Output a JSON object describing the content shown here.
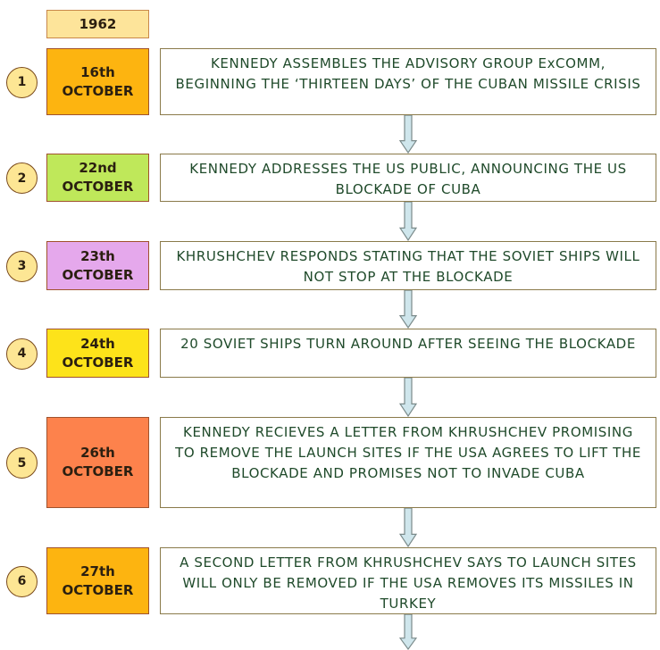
{
  "year": "1962",
  "events": [
    {
      "num": "1",
      "day": "16th",
      "month": "OCTOBER",
      "color": "#fdb410",
      "text": "KENNEDY ASSEMBLES THE ADVISORY GROUP ExCOMM, BEGINNING THE ‘THIRTEEN DAYS’ OF THE CUBAN MISSILE CRISIS"
    },
    {
      "num": "2",
      "day": "22nd",
      "month": "OCTOBER",
      "color": "#bfe85a",
      "text": "KENNEDY ADDRESSES THE US PUBLIC, ANNOUNCING THE US BLOCKADE OF CUBA"
    },
    {
      "num": "3",
      "day": "23th",
      "month": "OCTOBER",
      "color": "#e5a8ec",
      "text": "KHRUSHCHEV RESPONDS STATING THAT THE SOVIET SHIPS WILL NOT STOP AT THE BLOCKADE"
    },
    {
      "num": "4",
      "day": "24th",
      "month": "OCTOBER",
      "color": "#fde31a",
      "text": "20 SOVIET SHIPS TURN AROUND AFTER SEEING THE BLOCKADE"
    },
    {
      "num": "5",
      "day": "26th",
      "month": "OCTOBER",
      "color": "#fd824c",
      "text": "KENNEDY RECIEVES A LETTER FROM KHRUSHCHEV PROMISING TO REMOVE THE LAUNCH SITES IF THE USA AGREES TO LIFT THE BLOCKADE AND PROMISES NOT TO INVADE CUBA"
    },
    {
      "num": "6",
      "day": "27th",
      "month": "OCTOBER",
      "color": "#fdb410",
      "text": "A SECOND LETTER FROM KHRUSHCHEV SAYS TO LAUNCH SITES WILL ONLY BE REMOVED IF THE USA REMOVES ITS MISSILES IN TURKEY"
    }
  ]
}
